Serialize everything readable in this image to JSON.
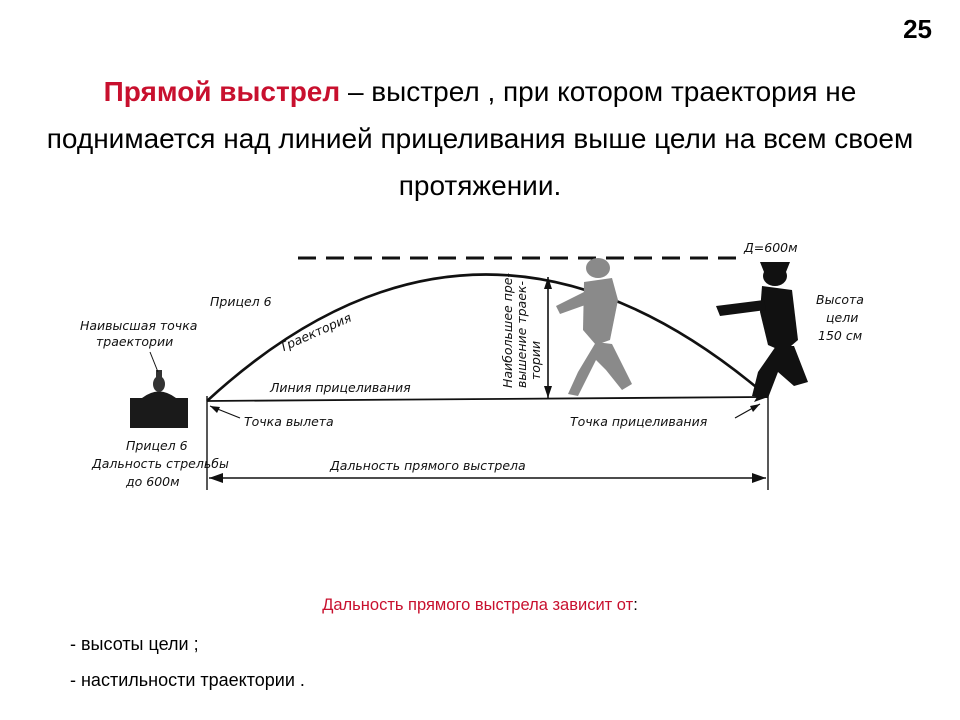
{
  "slide": {
    "number": "25"
  },
  "heading": {
    "term": "Прямой выстрел",
    "definition": " – выстрел , при котором траектория не поднимается над линией прицеливания выше цели на всем своем протяжении."
  },
  "diagram": {
    "labels": {
      "range_limit": "Д=600м",
      "sight_top": "Прицел 6",
      "highest_point": [
        "Наивысшая точка",
        "траектории"
      ],
      "trajectory": "Траектория",
      "line_of_sight": "Линия прицеливания",
      "max_exceedance": [
        "Наибольшее пре-",
        "вышение траек-",
        "тории"
      ],
      "target_height": [
        "Высота",
        "цели",
        "150 см"
      ],
      "departure_point": "Точка вылета",
      "aim_point": "Точка прицеливания",
      "sight_bottom": [
        "Прицел 6",
        "Дальность стрельбы",
        "до 600м"
      ],
      "direct_range": "Дальность прямого выстрела"
    }
  },
  "caption": {
    "text": "Дальность прямого выстрела зависит от",
    "colon": ":"
  },
  "factors": [
    "- высоты цели ;",
    "- настильности траектории ."
  ]
}
